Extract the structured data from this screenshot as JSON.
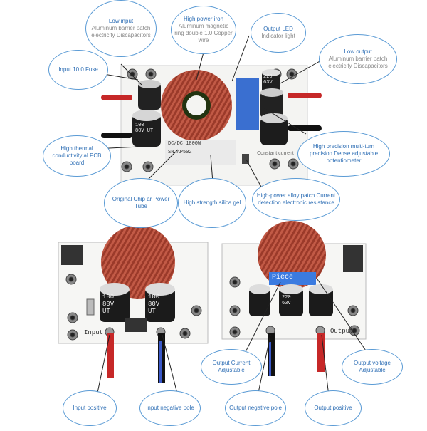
{
  "top_labels": {
    "low_input": "Low input",
    "low_input_sub": "Aluminum barrier patch electricity Discapacitors",
    "high_power_iron": "High power iron",
    "high_power_iron_sub": "Aluminum magnetic ring double 1.0 Copper wire",
    "output_led": "Output LED",
    "indicator_light": "Indicator light",
    "low_output": "Low output",
    "low_output_sub": "Aluminum barrier patch electricity Discapacitors",
    "input_fuse": "Input 10.0 Fuse",
    "high_thermal": "High thermal conductivity al PCB board",
    "high_precision": "High precision multi-turn precision Dense adjustable potentiometer",
    "original_chip": "Original Chip ar Power Tube",
    "high_strength": "High strength silica gel",
    "alloy_patch": "High-power alloy patch Current detection electronic resistance",
    "constant_current": "Constant current"
  },
  "board_text": {
    "cap_left": "100 80V UT",
    "cap_right": "220 63V",
    "board_model": "DC/DC 1800W",
    "board_sn": "SN AP502",
    "piece": "Piece",
    "bl_cap1": "100 80V UT",
    "bl_cap2": "100 80V UT",
    "br_caps": "220 63V"
  },
  "bottom_labels": {
    "input": "Input",
    "output": "Output",
    "input_positive": "Input positive",
    "input_negative": "Input negative pole",
    "output_current": "Output Current Adjustable",
    "output_voltage": "Output voltage Adjustable",
    "output_negative": "Output negative pole",
    "output_positive": "Output positive"
  }
}
